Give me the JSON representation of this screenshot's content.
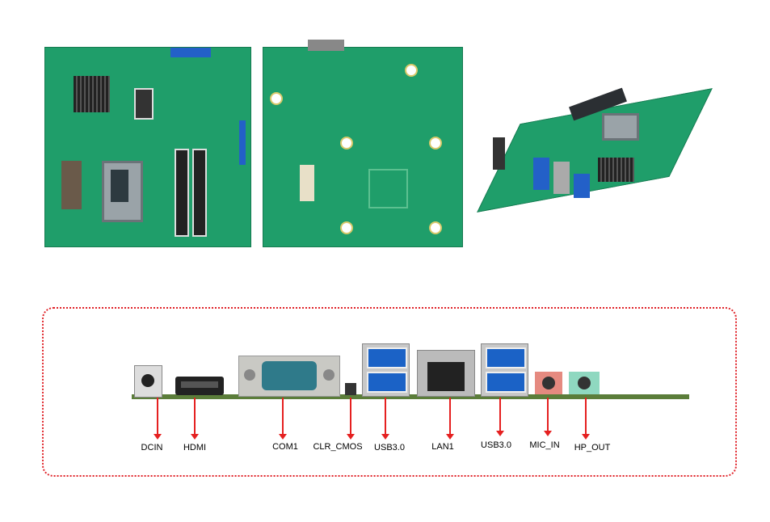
{
  "top_photos": [
    "board-front",
    "board-back",
    "board-angled"
  ],
  "io_labels": {
    "dcin": "DCIN",
    "hdmi": "HDMI",
    "com1": "COM1",
    "clr_cmos": "CLR_CMOS",
    "usb_a": "USB3.0",
    "lan1": "LAN1",
    "usb_b": "USB3.0",
    "mic_in": "MIC_IN",
    "hp_out": "HP_OUT"
  },
  "colors": {
    "arrow": "#e52020",
    "frame": "#e0242a",
    "pcb": "#1f9e6a"
  }
}
